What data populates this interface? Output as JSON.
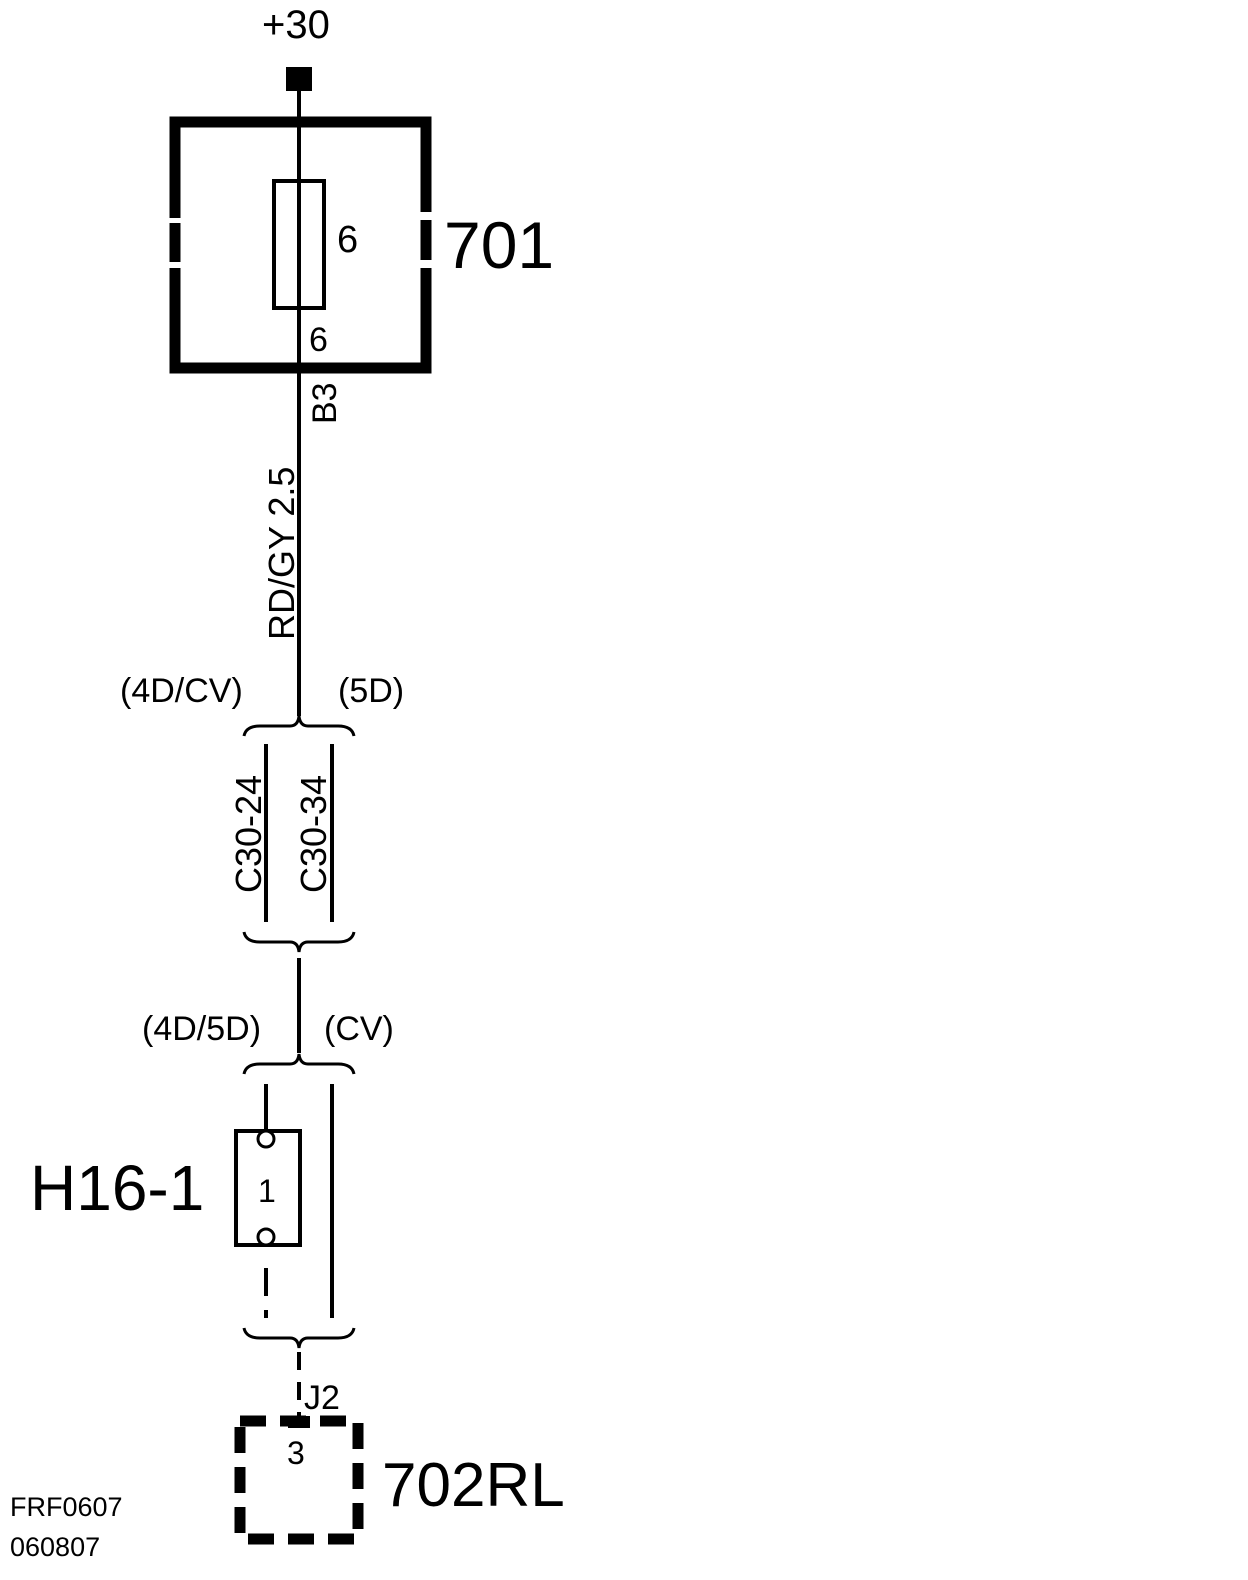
{
  "supply": {
    "label": "+30"
  },
  "fuse_box": {
    "id": "701",
    "fuse_number": "6",
    "pin": "6",
    "cavity": "B3"
  },
  "wire": {
    "label": "RD/GY 2.5"
  },
  "variant_group_1": {
    "left_label": "(4D/CV)",
    "right_label": "(5D)",
    "left_connector": "C30-24",
    "right_connector": "C30-34"
  },
  "variant_group_2": {
    "left_label": "(4D/5D)",
    "right_label": "(CV)",
    "component_id": "H16-1",
    "component_pin": "1"
  },
  "module": {
    "id": "702RL",
    "connector": "J2",
    "pin": "3"
  },
  "doc_code": {
    "line1": "FRF0607",
    "line2": "060807"
  },
  "colors": {
    "line": "#000000",
    "background": "#ffffff"
  }
}
